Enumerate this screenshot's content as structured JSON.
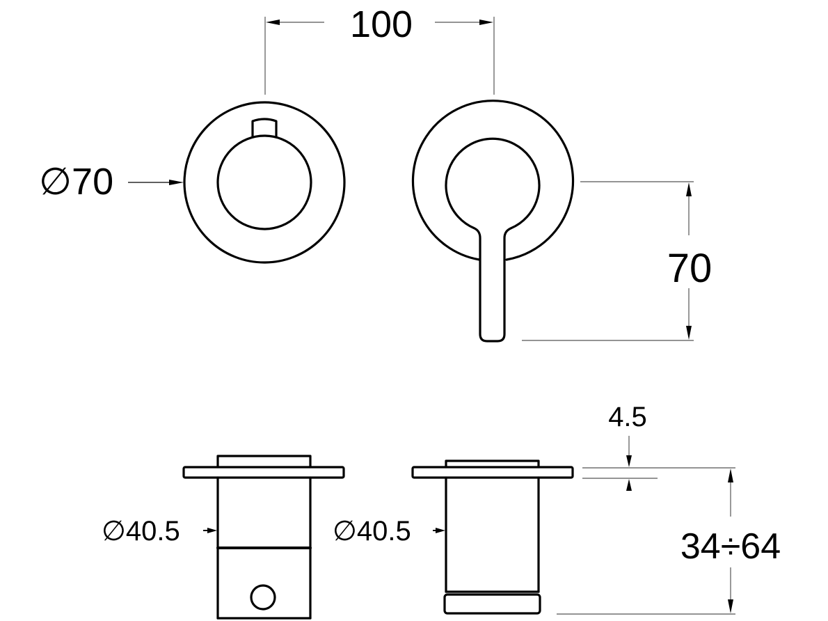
{
  "drawing": {
    "type": "technical-dimension-drawing",
    "views": [
      {
        "id": "front-thermostatic",
        "description": "Front view, round plate with knob and top tab"
      },
      {
        "id": "front-lever",
        "description": "Front view, round plate with lever handle"
      },
      {
        "id": "side-thermostatic",
        "description": "Side view, cylindrical body with hole"
      },
      {
        "id": "side-lever",
        "description": "Side view, cylindrical body with base ring"
      }
    ],
    "dimensions": {
      "center_spacing": "100",
      "plate_diameter": "∅70",
      "lever_height": "70",
      "body_diameter_left": "∅40.5",
      "body_diameter_right": "∅40.5",
      "plate_thickness": "4.5",
      "depth_range": "34÷64"
    }
  }
}
